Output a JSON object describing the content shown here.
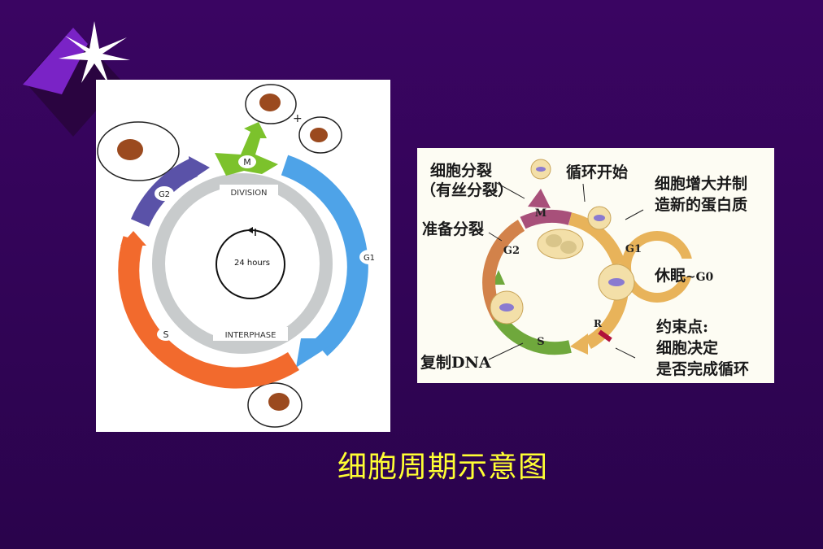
{
  "slide": {
    "title": "细胞周期示意图",
    "title_color": "#ffff33",
    "background_color": "#34045a",
    "decoration": "purple-diamond-with-white-starburst"
  },
  "left_diagram": {
    "phases": {
      "m": "M",
      "g2": "G2",
      "g1": "G1",
      "s": "S"
    },
    "ring_labels": {
      "division": "DIVISION",
      "interphase": "INTERPHASE"
    },
    "center_label": "24 hours",
    "plus_sign": "+",
    "colors": {
      "m_arrow": "#7cc22c",
      "g1_arrow": "#4ea3e8",
      "s_arrow": "#f26a2d",
      "g2_arrow": "#5a52a8",
      "inner_ring": "#c8cbcc",
      "nucleus": "#9b4a1f"
    }
  },
  "right_diagram": {
    "labels": {
      "cell_division": "细胞分裂",
      "mitosis": "（有丝分裂）",
      "cycle_start": "循环开始",
      "grow_synthesize_1": "细胞增大并制",
      "grow_synthesize_2": "造新的蛋白质",
      "prepare_division": "准备分裂",
      "dormant": "休眠",
      "g0": "G0",
      "restriction_1": "约束点:",
      "restriction_2": "细胞决定",
      "restriction_3": "是否完成循环",
      "replicate_dna": "复制DNA"
    },
    "phases": {
      "m": "M",
      "g2": "G2",
      "g1": "G1",
      "s": "S",
      "r": "R"
    },
    "colors": {
      "m_segment": "#a8507a",
      "g2_segment": "#d2824a",
      "s_segment": "#6fa83c",
      "g1_segment": "#e8b35a",
      "restriction_mark": "#b0103a"
    }
  }
}
